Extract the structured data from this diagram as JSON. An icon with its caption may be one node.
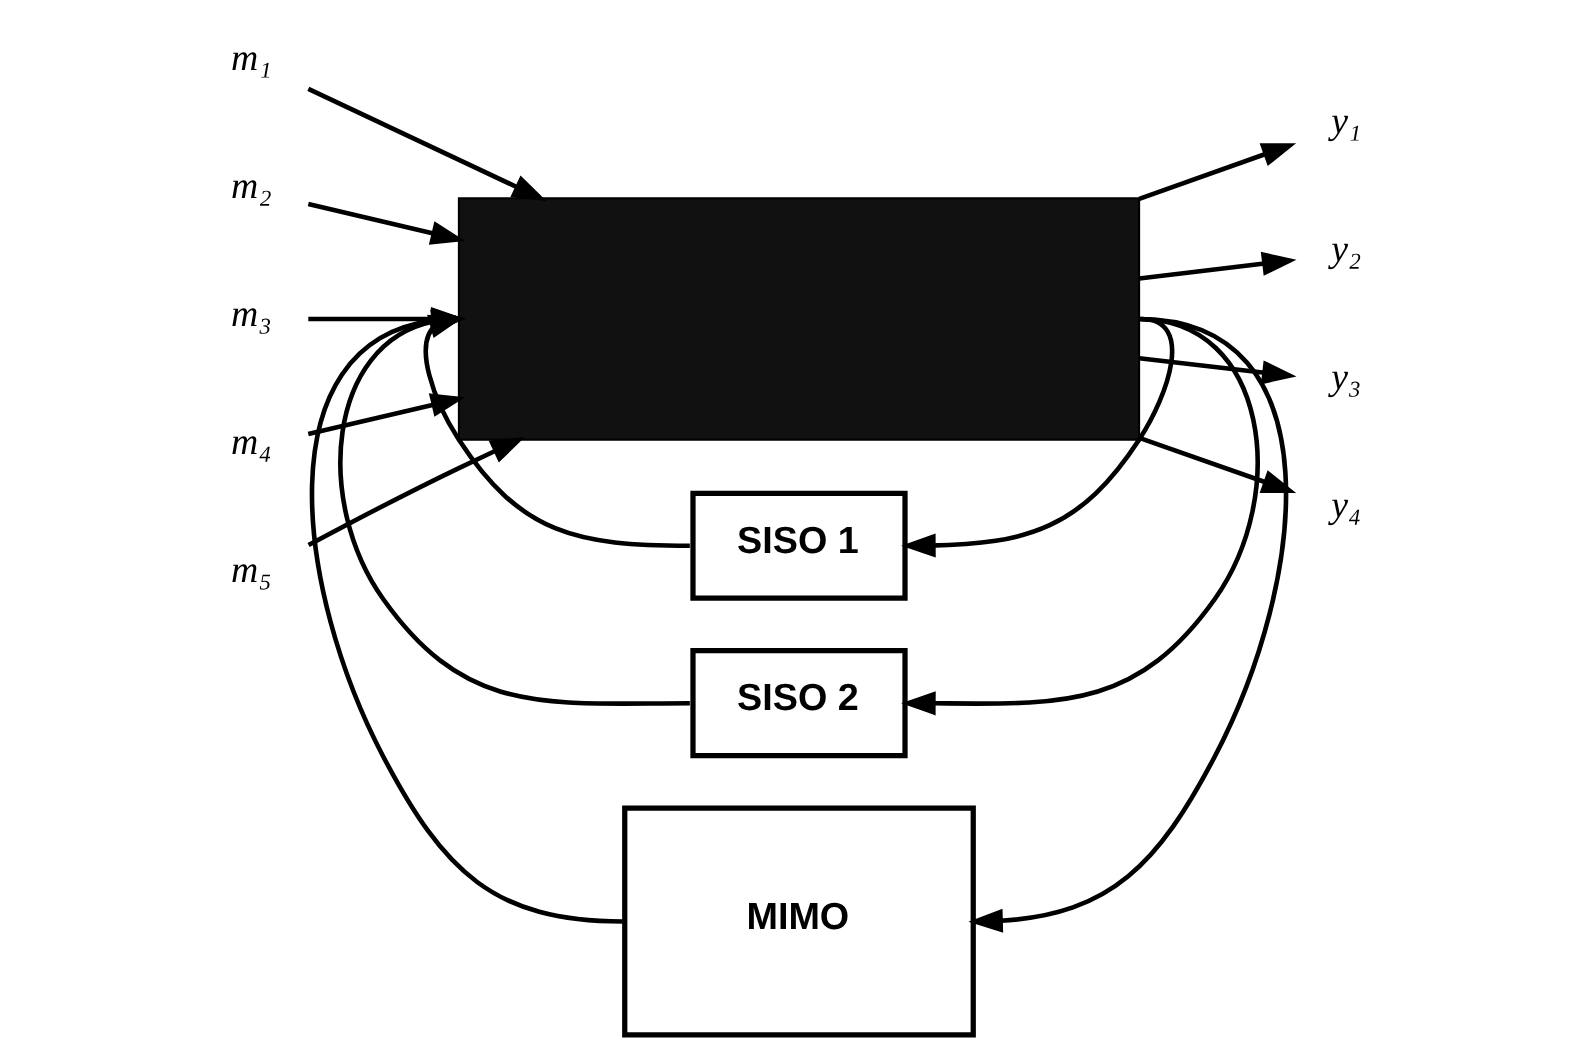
{
  "diagram": {
    "nodes": [
      {
        "text": [
          "m₁"
        ]
      },
      {
        "text": [
          "m₂"
        ]
      },
      {
        "text": [
          "m₃"
        ]
      },
      {
        "text": [
          "m₄"
        ]
      },
      {
        "text": [
          "m₅"
        ]
      },
      {
        "text": [],
        "shape": "box"
      },
      {
        "text": [
          "y₁"
        ]
      },
      {
        "text": [
          "y₂"
        ]
      },
      {
        "text": [
          "y₃"
        ]
      },
      {
        "text": [
          "y₄"
        ]
      },
      {
        "text": [
          "SISO 1"
        ]
      },
      {
        "text": [
          "SISO 2"
        ]
      },
      {
        "text": [
          "MIMO"
        ]
      }
    ],
    "edges": [
      {
        "from": 0,
        "to": 5,
        "arrow": "to"
      },
      {
        "from": 1,
        "to": 5,
        "arrow": "to"
      },
      {
        "from": 2,
        "to": 5,
        "arrow": "to"
      },
      {
        "from": 3,
        "to": 5,
        "arrow": "to"
      },
      {
        "from": 4,
        "to": 5,
        "arrow": "to"
      },
      {
        "from": 5,
        "to": 6,
        "arrow": "to"
      },
      {
        "from": 5,
        "to": 7,
        "arrow": "to"
      },
      {
        "from": 5,
        "to": 8,
        "arrow": "to"
      },
      {
        "from": 5,
        "to": 9,
        "arrow": "to"
      },
      {
        "from": 5,
        "to": 10,
        "arrow": "to"
      },
      {
        "from": 10,
        "to": 5,
        "arrow": "to"
      },
      {
        "from": 5,
        "to": 11,
        "arrow": "to"
      },
      {
        "from": 11,
        "to": 5,
        "arrow": "to"
      },
      {
        "from": 5,
        "to": 12,
        "arrow": "to"
      },
      {
        "from": 12,
        "to": 5,
        "arrow": "to"
      }
    ]
  }
}
